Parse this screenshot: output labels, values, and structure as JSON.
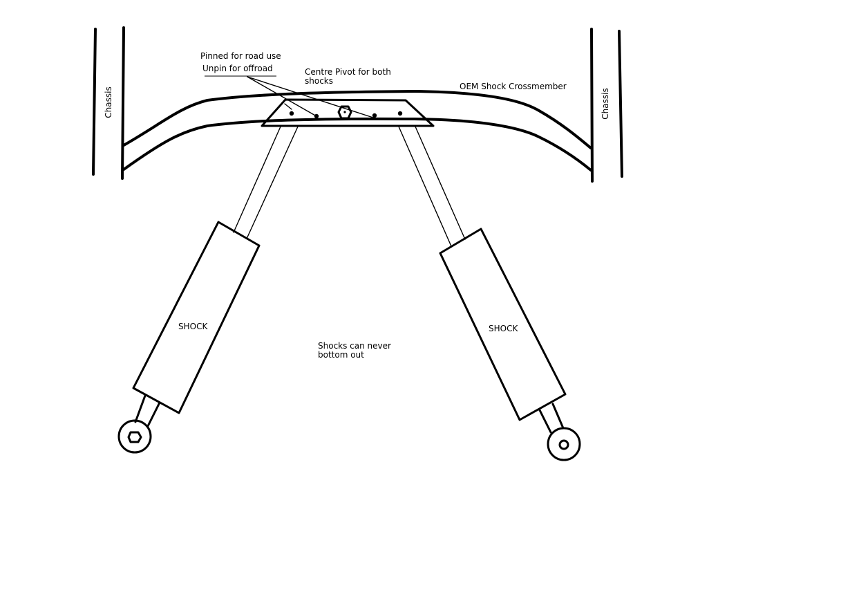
{
  "labels": {
    "chassis_left": "Chassis",
    "chassis_right": "Chassis",
    "pinned": "Pinned for road use",
    "unpin": "Unpin for offroad",
    "pivot_line1": "Centre Pivot for both",
    "pivot_line2": "shocks",
    "crossmember": "OEM Shock Crossmember",
    "shock_left": "SHOCK",
    "shock_right": "SHOCK",
    "note_line1": "Shocks can never",
    "note_line2": "bottom out"
  },
  "colors": {
    "line": "#000000",
    "background": "#ffffff"
  }
}
